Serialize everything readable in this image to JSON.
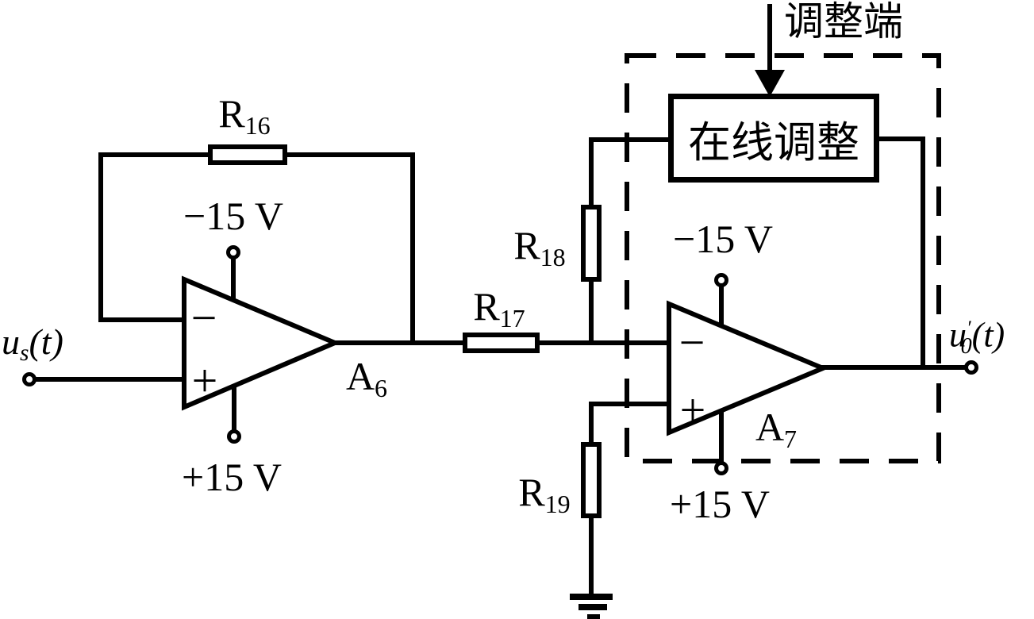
{
  "diagram": {
    "background": "#ffffff",
    "line_color": "#000000",
    "adjust_terminal_label": "调整端",
    "online_adjust_label": "在线调整",
    "resistors": {
      "r16": {
        "name": "R",
        "sub": "16"
      },
      "r17": {
        "name": "R",
        "sub": "17"
      },
      "r18": {
        "name": "R",
        "sub": "18"
      },
      "r19": {
        "name": "R",
        "sub": "19"
      }
    },
    "opamps": {
      "a6": {
        "name": "A",
        "sub": "6",
        "inverting_mark": "−",
        "noninverting_mark": "+",
        "neg_supply": "−15 V",
        "pos_supply": "+15 V"
      },
      "a7": {
        "name": "A",
        "sub": "7",
        "inverting_mark": "−",
        "noninverting_mark": "+",
        "neg_supply": "−15 V",
        "pos_supply": "+15 V"
      }
    },
    "signals": {
      "input": {
        "base": "u",
        "sub": "s",
        "args": "(t)"
      },
      "output": {
        "base": "u",
        "prime": "′",
        "sub": "0",
        "args": "(t)"
      }
    }
  }
}
